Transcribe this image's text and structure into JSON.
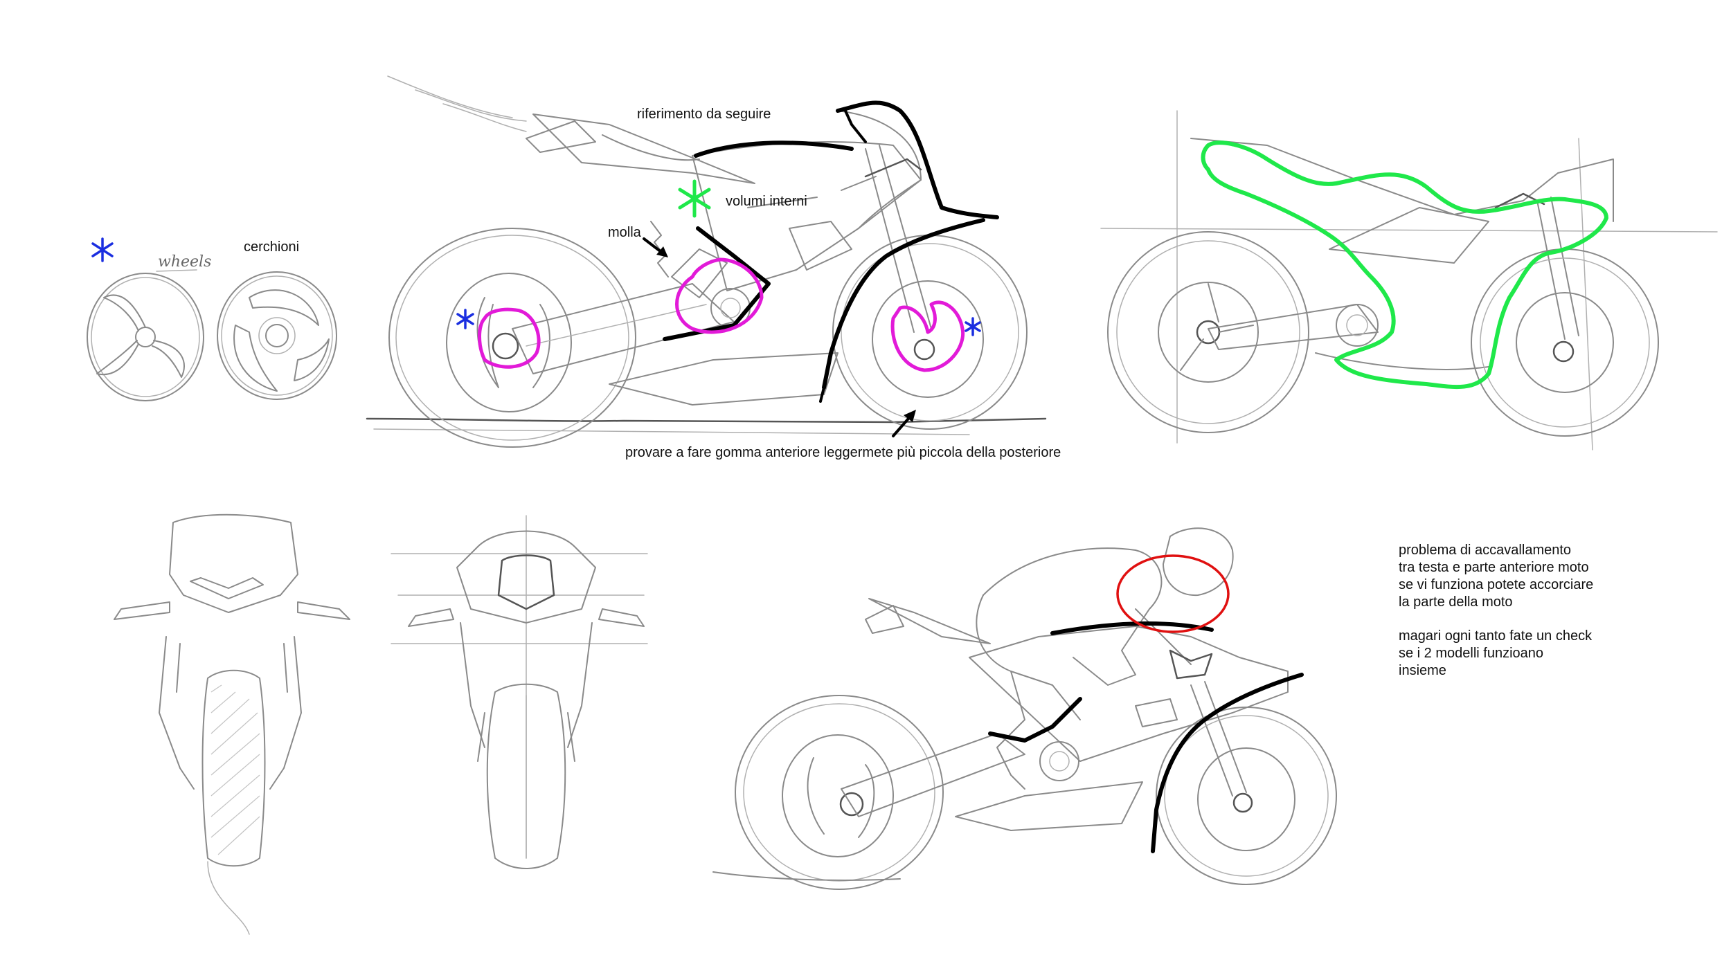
{
  "notes": {
    "cerchioni": "cerchioni",
    "wheels": "wheels",
    "riferimento": "riferimento da seguire",
    "volumi": "volumi interni",
    "molla": "molla",
    "provare": "provare a fare gomma anteriore leggermete più piccola della posteriore",
    "problema": [
      "problema di accavallamento",
      "tra testa e parte anteriore moto",
      "se vi funziona potete accorciare",
      "la parte della moto",
      "",
      "magari ogni tanto fate un check",
      "se i 2 modelli funzioano",
      "insieme"
    ]
  },
  "colors": {
    "magenta_markup": "#e21ad8",
    "green_markup": "#1fe84a",
    "blue_marker": "#1a2ee0",
    "red_markup": "#e01010",
    "pencil": "#8a8a8a",
    "ink": "#000000"
  },
  "icons": [
    "asterisk-marker-icon",
    "arrow-pointer-icon"
  ]
}
